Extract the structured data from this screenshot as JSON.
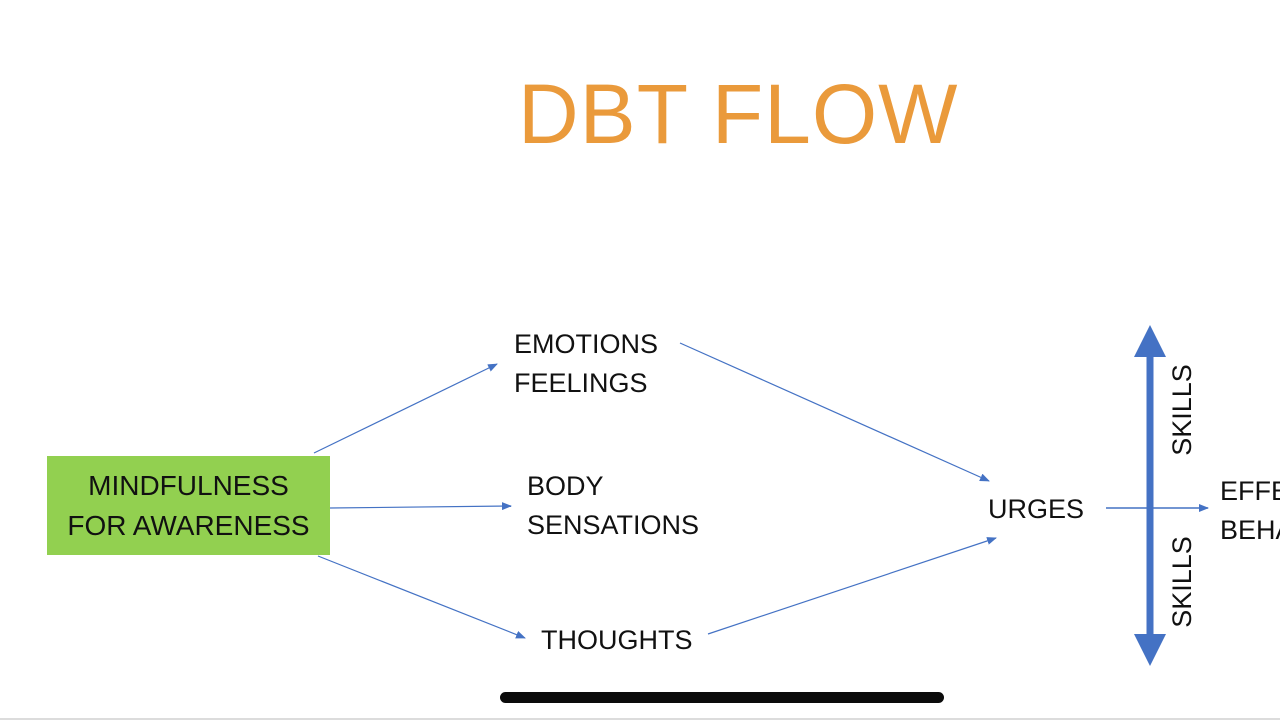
{
  "title": "DBT FLOW",
  "colors": {
    "title": "#EA9A3B",
    "box_fill": "#92D050",
    "arrow": "#4472C4",
    "text": "#111111"
  },
  "source": {
    "line1": "MINDFULNESS",
    "line2": "FOR AWARENESS"
  },
  "nodes": {
    "emotions": {
      "line1": "EMOTIONS",
      "line2": "FEELINGS"
    },
    "body": {
      "line1": "BODY",
      "line2": "SENSATIONS"
    },
    "thoughts": {
      "line1": "THOUGHTS"
    },
    "urges": {
      "line1": "URGES"
    },
    "effective": {
      "line1": "EFFE",
      "line2": "BEHA"
    }
  },
  "skills": {
    "top": "SKILLS",
    "bottom": "SKILLS"
  }
}
